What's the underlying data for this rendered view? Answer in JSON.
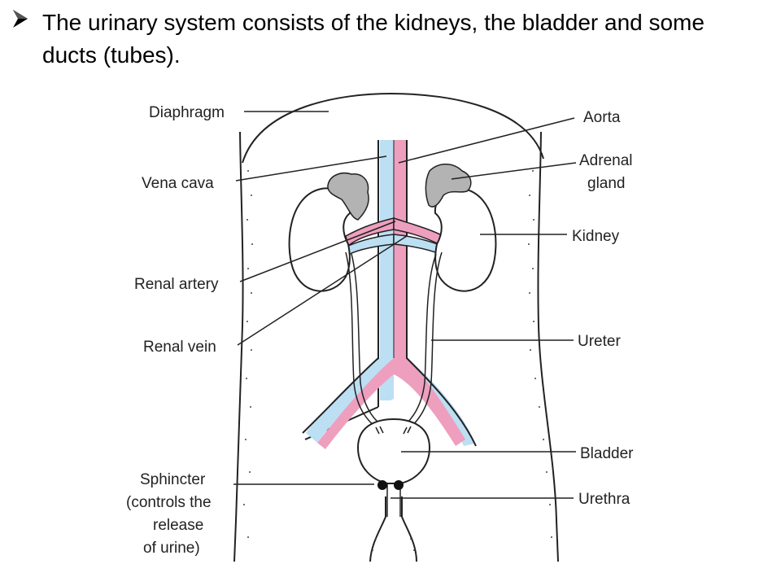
{
  "slide": {
    "bullet_text": "The urinary system consists of the kidneys, the bladder and some ducts (tubes)."
  },
  "icons": {
    "bullet": "arrow-bullet-icon"
  },
  "colors": {
    "vein": "#bcdff3",
    "artery": "#ee9fbe",
    "adrenal": "#b3b3b3",
    "outline": "#222222"
  },
  "labels": {
    "diaphragm": "Diaphragm",
    "aorta": "Aorta",
    "vena_cava": "Vena cava",
    "adrenal_1": "Adrenal",
    "adrenal_2": "gland",
    "kidney": "Kidney",
    "renal_artery": "Renal artery",
    "renal_vein": "Renal vein",
    "ureter": "Ureter",
    "bladder": "Bladder",
    "sphincter_1": "Sphincter",
    "sphincter_2": "(controls the",
    "sphincter_3": "release",
    "sphincter_4": "of urine)",
    "urethra": "Urethra"
  }
}
